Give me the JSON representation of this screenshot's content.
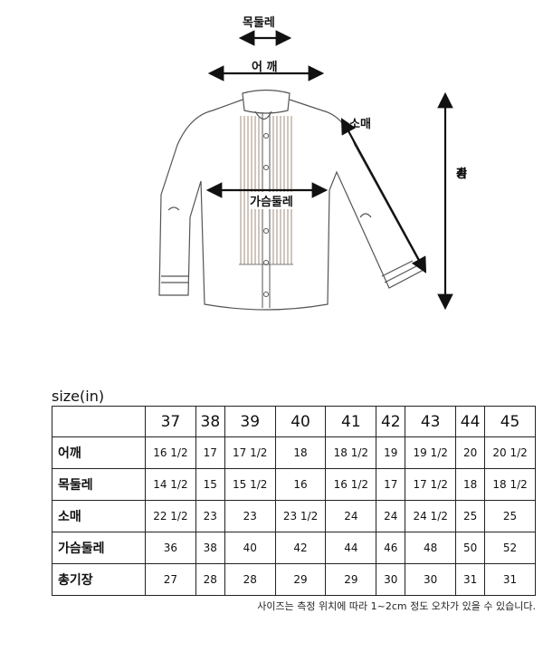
{
  "diagram": {
    "labels": {
      "neck": "목둘레",
      "shoulder": "어 깨",
      "sleeve": "소매",
      "chest": "가슴둘레",
      "length_chars": [
        "총",
        "기",
        "장"
      ]
    }
  },
  "table": {
    "unit_label": "size(in)",
    "sizes": [
      "37",
      "38",
      "39",
      "40",
      "41",
      "42",
      "43",
      "44",
      "45"
    ],
    "rows": [
      {
        "label": "어깨",
        "values": [
          "16 1/2",
          "17",
          "17 1/2",
          "18",
          "18 1/2",
          "19",
          "19 1/2",
          "20",
          "20 1/2"
        ]
      },
      {
        "label": "목둘레",
        "values": [
          "14 1/2",
          "15",
          "15 1/2",
          "16",
          "16 1/2",
          "17",
          "17 1/2",
          "18",
          "18 1/2"
        ]
      },
      {
        "label": "소매",
        "values": [
          "22 1/2",
          "23",
          "23",
          "23 1/2",
          "24",
          "24",
          "24 1/2",
          "25",
          "25"
        ]
      },
      {
        "label": "가슴둘레",
        "values": [
          "36",
          "38",
          "40",
          "42",
          "44",
          "46",
          "48",
          "50",
          "52"
        ]
      },
      {
        "label": "총기장",
        "values": [
          "27",
          "28",
          "28",
          "29",
          "29",
          "30",
          "30",
          "31",
          "31"
        ]
      }
    ],
    "note": "사이즈는 측정 위치에 따라 1~2cm 정도 오차가 있을 수 있습니다."
  }
}
